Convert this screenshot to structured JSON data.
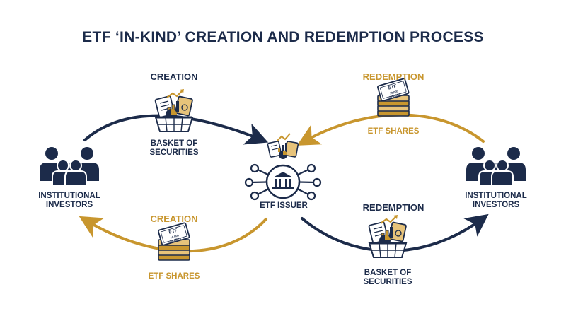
{
  "title": "ETF ‘IN-KIND’ CREATION AND REDEMPTION PROCESS",
  "labels": {
    "creation_top": "CREATION",
    "basket_top": [
      "BASKET OF",
      "SECURITIES"
    ],
    "redemption_top": "REDEMPTION",
    "etf_shares_top": "ETF SHARES",
    "creation_bottom": "CREATION",
    "etf_shares_bottom": "ETF SHARES",
    "redemption_bottom": "REDEMPTION",
    "basket_bottom": [
      "BASKET OF",
      "SECURITIES"
    ],
    "issuer": "ETF ISSUER",
    "investors_left": [
      "INSTITUTIONAL",
      "INVESTORS"
    ],
    "investors_right": [
      "INSTITUTIONAL",
      "INVESTORS"
    ]
  },
  "etf_stack_text": [
    "ETF",
    "10,000",
    "SHARES"
  ],
  "colors": {
    "navy": "#1c2b4a",
    "gold": "#c8962e",
    "background": "#ffffff"
  }
}
